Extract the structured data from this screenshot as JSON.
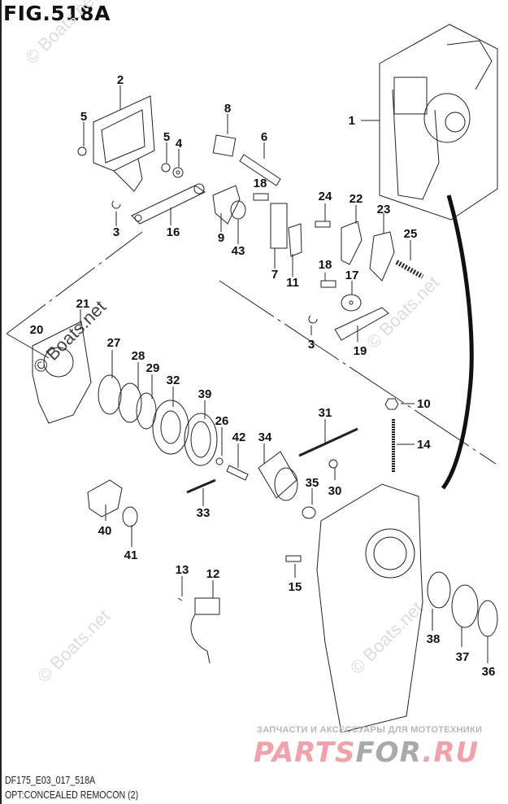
{
  "figure": {
    "title": "FIG.518A",
    "code": "DF175_E03_017_518A",
    "caption": "OPT:CONCEALED REMOCON (2)"
  },
  "parts": [
    {
      "number": "1"
    },
    {
      "number": "2"
    },
    {
      "number": "3"
    },
    {
      "number": "4"
    },
    {
      "number": "5"
    },
    {
      "number": "6"
    },
    {
      "number": "7"
    },
    {
      "number": "8"
    },
    {
      "number": "9"
    },
    {
      "number": "10"
    },
    {
      "number": "11"
    },
    {
      "number": "12"
    },
    {
      "number": "13"
    },
    {
      "number": "14"
    },
    {
      "number": "15"
    },
    {
      "number": "16"
    },
    {
      "number": "17"
    },
    {
      "number": "18"
    },
    {
      "number": "19"
    },
    {
      "number": "20"
    },
    {
      "number": "21"
    },
    {
      "number": "22"
    },
    {
      "number": "23"
    },
    {
      "number": "24"
    },
    {
      "number": "25"
    },
    {
      "number": "26"
    },
    {
      "number": "27"
    },
    {
      "number": "28"
    },
    {
      "number": "29"
    },
    {
      "number": "30"
    },
    {
      "number": "31"
    },
    {
      "number": "32"
    },
    {
      "number": "33"
    },
    {
      "number": "34"
    },
    {
      "number": "35"
    },
    {
      "number": "36"
    },
    {
      "number": "37"
    },
    {
      "number": "38"
    },
    {
      "number": "39"
    },
    {
      "number": "40"
    },
    {
      "number": "41"
    },
    {
      "number": "42"
    },
    {
      "number": "43"
    }
  ],
  "watermarks": {
    "boats": "© Boats.net"
  },
  "branding": {
    "subtitle": "ЗАПЧАСТИ И АКСЕССУАРЫ ДЛЯ МОТОТЕХНИКИ",
    "logo_part1": "PARTS",
    "logo_part2": "FOR",
    "logo_part3": ".RU",
    "accent_color": "#f3a0a8",
    "secondary_color": "#a9a9a9"
  }
}
